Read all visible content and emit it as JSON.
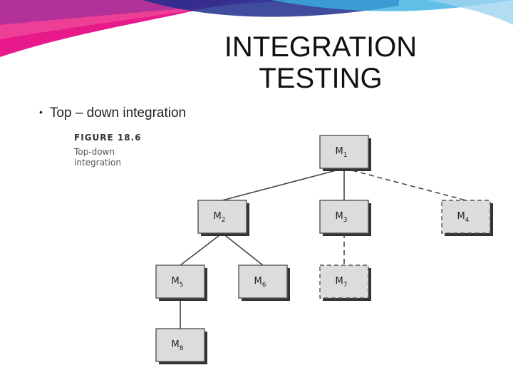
{
  "slide": {
    "title_line1": "INTEGRATION",
    "title_line2": "TESTING",
    "bullet": "Top – down integration"
  },
  "figure": {
    "label": "FIGURE 18.6",
    "caption": "Top-down integration"
  },
  "modules": [
    {
      "id": "M1",
      "name": "M",
      "sub": "1",
      "stub": false
    },
    {
      "id": "M2",
      "name": "M",
      "sub": "2",
      "stub": false
    },
    {
      "id": "M3",
      "name": "M",
      "sub": "3",
      "stub": false
    },
    {
      "id": "M4",
      "name": "M",
      "sub": "4",
      "stub": true
    },
    {
      "id": "M5",
      "name": "M",
      "sub": "5",
      "stub": false
    },
    {
      "id": "M6",
      "name": "M",
      "sub": "6",
      "stub": false
    },
    {
      "id": "M7",
      "name": "M",
      "sub": "7",
      "stub": true
    },
    {
      "id": "M8",
      "name": "M",
      "sub": "8",
      "stub": false
    }
  ],
  "edges": [
    {
      "from": "M1",
      "to": "M2",
      "stub": false
    },
    {
      "from": "M1",
      "to": "M3",
      "stub": false
    },
    {
      "from": "M1",
      "to": "M4",
      "stub": true
    },
    {
      "from": "M2",
      "to": "M5",
      "stub": false
    },
    {
      "from": "M2",
      "to": "M6",
      "stub": false
    },
    {
      "from": "M3",
      "to": "M7",
      "stub": true
    },
    {
      "from": "M5",
      "to": "M8",
      "stub": false
    }
  ],
  "colors": {
    "box_fill": "#dcdcdc",
    "shadow": "#333333",
    "deco_magenta": "#e6007e",
    "deco_blue": "#1e2d8c",
    "deco_cyan": "#3ab0e2"
  }
}
